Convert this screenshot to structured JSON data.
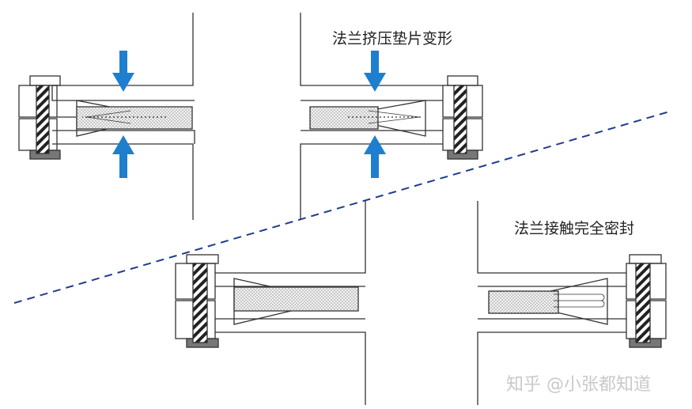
{
  "labels": {
    "top_right": "法兰挤压垫片变形",
    "bottom_right": "法兰接触完全密封"
  },
  "watermark": "知乎 @小张都知道",
  "colors": {
    "line": "#333333",
    "arrow": "#1e7fce",
    "dash": "#1f3d8c",
    "gasket_fill": "#e6e6e6"
  }
}
